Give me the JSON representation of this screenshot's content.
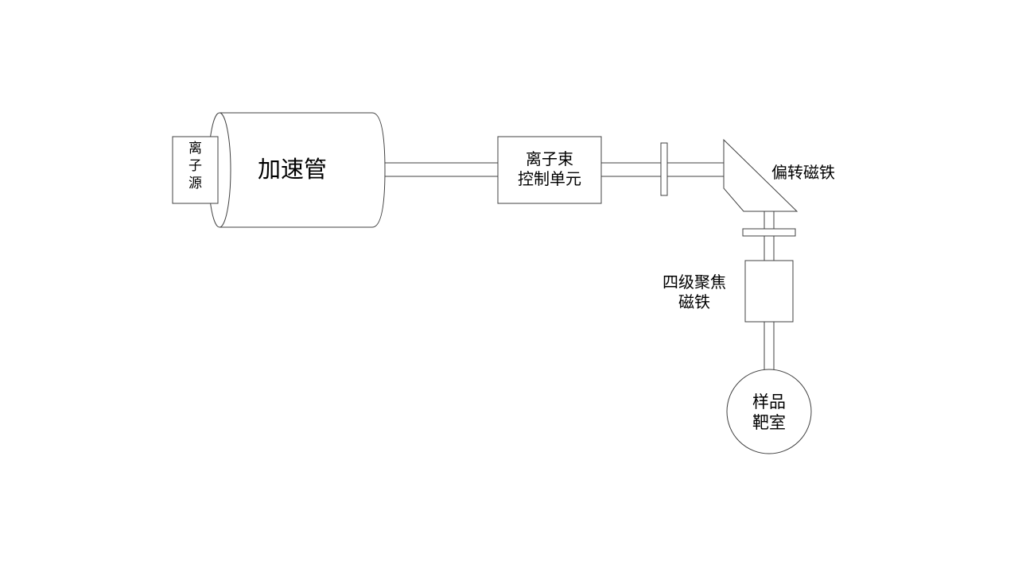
{
  "diagram": {
    "ion_source": [
      "离",
      "子",
      "源"
    ],
    "accelerator_tube": "加速管",
    "beam_control_unit": [
      "离子束",
      "控制单元"
    ],
    "deflection_magnet": "偏转磁铁",
    "quadrupole_magnet": [
      "四级聚焦",
      "磁铁"
    ],
    "sample_target_chamber": [
      "样品",
      "靶室"
    ]
  }
}
